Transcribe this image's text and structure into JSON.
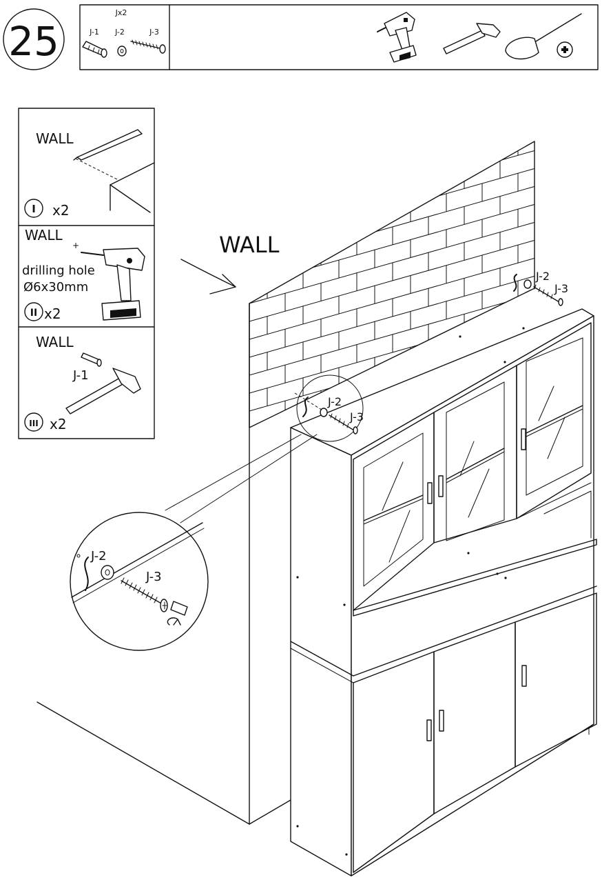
{
  "step": {
    "number": "25"
  },
  "parts": {
    "quantity": "Jx2",
    "items": [
      {
        "code": "J-1",
        "kind": "wall-anchor"
      },
      {
        "code": "J-2",
        "kind": "washer"
      },
      {
        "code": "J-3",
        "kind": "screw"
      }
    ]
  },
  "tools": [
    "cordless-drill-icon",
    "hammer-icon",
    "phillips-screwdriver-icon"
  ],
  "substeps": [
    {
      "numeral": "I",
      "wall_label": "WALL",
      "count": "x2"
    },
    {
      "numeral": "II",
      "wall_label": "WALL",
      "note_line1": "drilling hole",
      "note_line2": "Ø6x30mm",
      "count": "x2"
    },
    {
      "numeral": "III",
      "wall_label": "WALL",
      "part_label": "J-1",
      "count": "x2"
    }
  ],
  "main": {
    "wall_label": "WALL",
    "callouts": {
      "washer": "J-2",
      "screw": "J-3"
    }
  }
}
